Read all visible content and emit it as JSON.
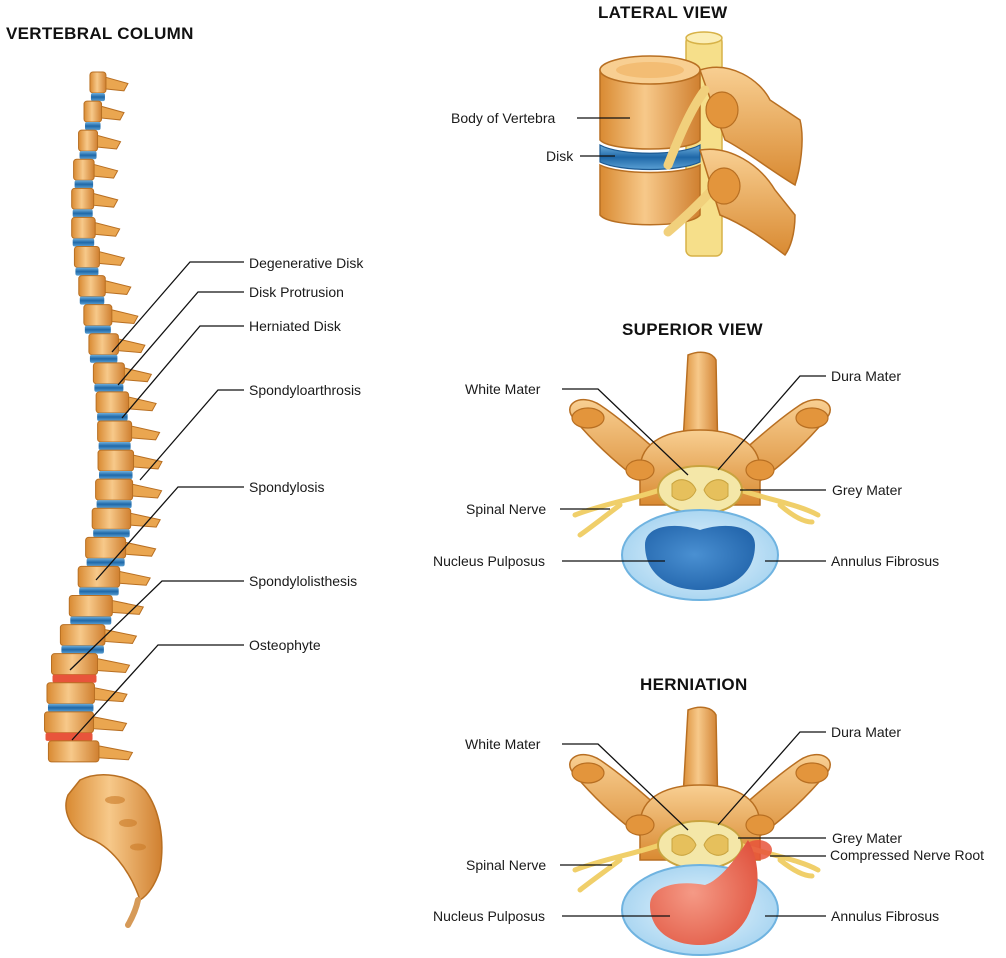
{
  "headings": {
    "vertebral_column": "VERTEBRAL COLUMN",
    "lateral_view": "LATERAL VIEW",
    "superior_view": "SUPERIOR VIEW",
    "herniation": "HERNIATION"
  },
  "spine_labels": [
    "Degenerative Disk",
    "Disk Protrusion",
    "Herniated Disk",
    "Spondyloarthrosis",
    "Spondylosis",
    "Spondylolisthesis",
    "Osteophyte"
  ],
  "lateral_labels": {
    "body": "Body of Vertebra",
    "disk": "Disk"
  },
  "superior_labels": {
    "white_mater": "White Mater",
    "dura_mater": "Dura Mater",
    "grey_mater": "Grey Mater",
    "spinal_nerve": "Spinal Nerve",
    "nucleus": "Nucleus Pulposus",
    "annulus": "Annulus Fibrosus"
  },
  "herniation_labels": {
    "white_mater": "White Mater",
    "dura_mater": "Dura Mater",
    "grey_mater": "Grey Mater",
    "compressed": "Compressed Nerve Root",
    "spinal_nerve": "Spinal Nerve",
    "nucleus": "Nucleus Pulposus",
    "annulus": "Annulus Fibrosus"
  },
  "colors": {
    "bone_light": "#f6c27a",
    "bone": "#e9a24a",
    "bone_dark": "#c97a26",
    "disk_blue": "#2f7fc0",
    "disk_light": "#a9d6f2",
    "herniated_red": "#e8543b",
    "nerve_yellow": "#f3d26a",
    "cord_fill": "#f4e7a8"
  }
}
